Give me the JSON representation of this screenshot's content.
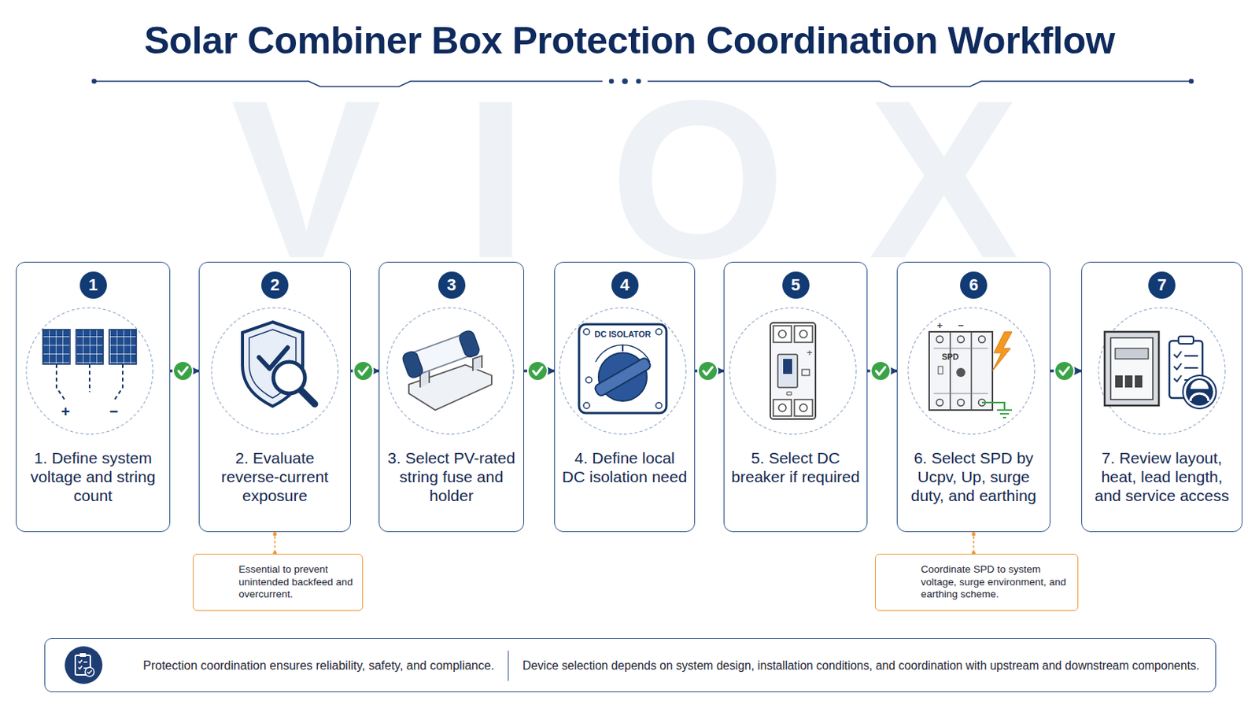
{
  "diagram": {
    "title": "Solar Combiner Box Protection Coordination Workflow",
    "nodes": [
      {
        "text": [
          "1",
          "1. Define system voltage and string count"
        ]
      },
      {
        "text": [
          "2",
          "2. Evaluate reverse-current exposure"
        ]
      },
      {
        "text": [
          "3",
          "3. Select PV-rated string fuse and holder"
        ]
      },
      {
        "text": [
          "4",
          "4. Define local DC isolation need"
        ]
      },
      {
        "text": [
          "5",
          "5. Select DC breaker if required"
        ]
      },
      {
        "text": [
          "6",
          "6. Select SPD by Ucpv, Up, surge duty, and earthing"
        ]
      },
      {
        "text": [
          "7",
          "7. Review layout, heat, lead length, and service access"
        ]
      },
      {
        "text": [
          "Essential to prevent unintended backfeed and overcurrent."
        ]
      },
      {
        "text": [
          "Coordinate SPD to system voltage, surge environment, and earthing scheme."
        ]
      },
      {
        "text": [
          "Protection coordination ensures reliability, safety, and compliance.",
          "Device selection depends on system design, installation conditions, and coordination with upstream and downstream components."
        ]
      }
    ],
    "edges": [
      {
        "from": 0,
        "to": 1,
        "arrow": "to"
      },
      {
        "from": 1,
        "to": 2,
        "arrow": "to"
      },
      {
        "from": 2,
        "to": 3,
        "arrow": "to"
      },
      {
        "from": 3,
        "to": 4,
        "arrow": "to"
      },
      {
        "from": 4,
        "to": 5,
        "arrow": "to"
      },
      {
        "from": 5,
        "to": 6,
        "arrow": "to"
      },
      {
        "from": 1,
        "to": 7,
        "arrow": "none"
      },
      {
        "from": 5,
        "to": 8,
        "arrow": "none"
      }
    ],
    "labels": [
      "VIOX",
      "+",
      "−",
      "DC ISOLATOR",
      "+",
      "+",
      "−",
      "SPD"
    ]
  }
}
